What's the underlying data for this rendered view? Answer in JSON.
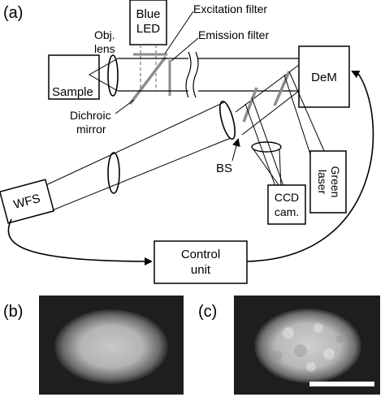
{
  "panels": {
    "a": "(a)",
    "b": "(b)",
    "c": "(c)"
  },
  "labels": {
    "blue_led_line1": "Blue",
    "blue_led_line2": "LED",
    "excitation_filter": "Excitation filter",
    "emission_filter": "Emission filter",
    "obj_lens_line1": "Obj.",
    "obj_lens_line2": "lens",
    "sample": "Sample",
    "dichroic_line1": "Dichroic",
    "dichroic_line2": "mirror",
    "dem": "DeM",
    "bs": "BS",
    "green_laser_line1": "Green",
    "green_laser_line2": "laser",
    "ccd_line1": "CCD",
    "ccd_line2": "cam.",
    "wfs": "WFS",
    "control_line1": "Control",
    "control_line2": "unit"
  },
  "colors": {
    "line": "#000000",
    "mirror": "#8c8c8c",
    "image_background": "#1e1e1e",
    "scale_bar": "#ffffff"
  }
}
